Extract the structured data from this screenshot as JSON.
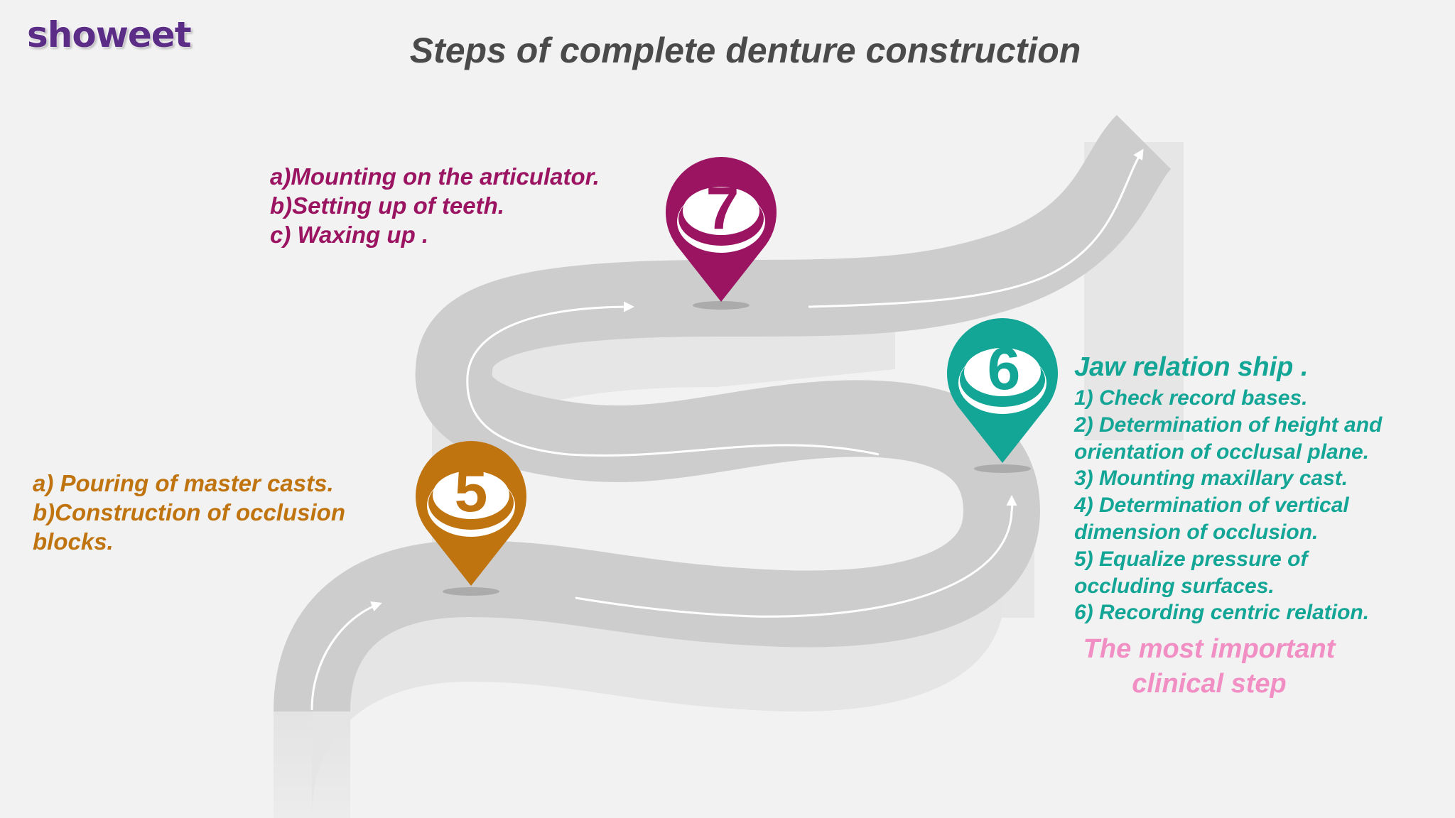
{
  "logo": {
    "text": "showeet"
  },
  "title": "Steps of complete denture construction",
  "steps": {
    "five": {
      "number": "5",
      "color": "#bf7410",
      "lines": [
        "a) Pouring of master casts.",
        "b)Construction of occlusion",
        "blocks."
      ]
    },
    "six": {
      "number": "6",
      "color": "#13a595",
      "heading": "Jaw relation ship .",
      "lines": [
        "1) Check record bases.",
        "2) Determination of height and",
        "orientation of occlusal plane.",
        "3) Mounting maxillary cast.",
        "4) Determination of vertical",
        "dimension of occlusion.",
        "5)  Equalize pressure of",
        "occluding surfaces.",
        "6) Recording centric relation."
      ],
      "note_lines": [
        "The most important",
        "clinical step"
      ],
      "note_color": "#f18fc4"
    },
    "seven": {
      "number": "7",
      "color": "#9b1462",
      "lines": [
        "a)Mounting on the articulator.",
        "b)Setting up of teeth.",
        "c) Waxing up ."
      ]
    }
  },
  "road": {
    "surface_color": "#cdcdcd",
    "side_color": "#e6e6e6",
    "marking_color": "#ffffff"
  },
  "icons": [
    "location-pin-icon",
    "direction-arrow-icon"
  ]
}
